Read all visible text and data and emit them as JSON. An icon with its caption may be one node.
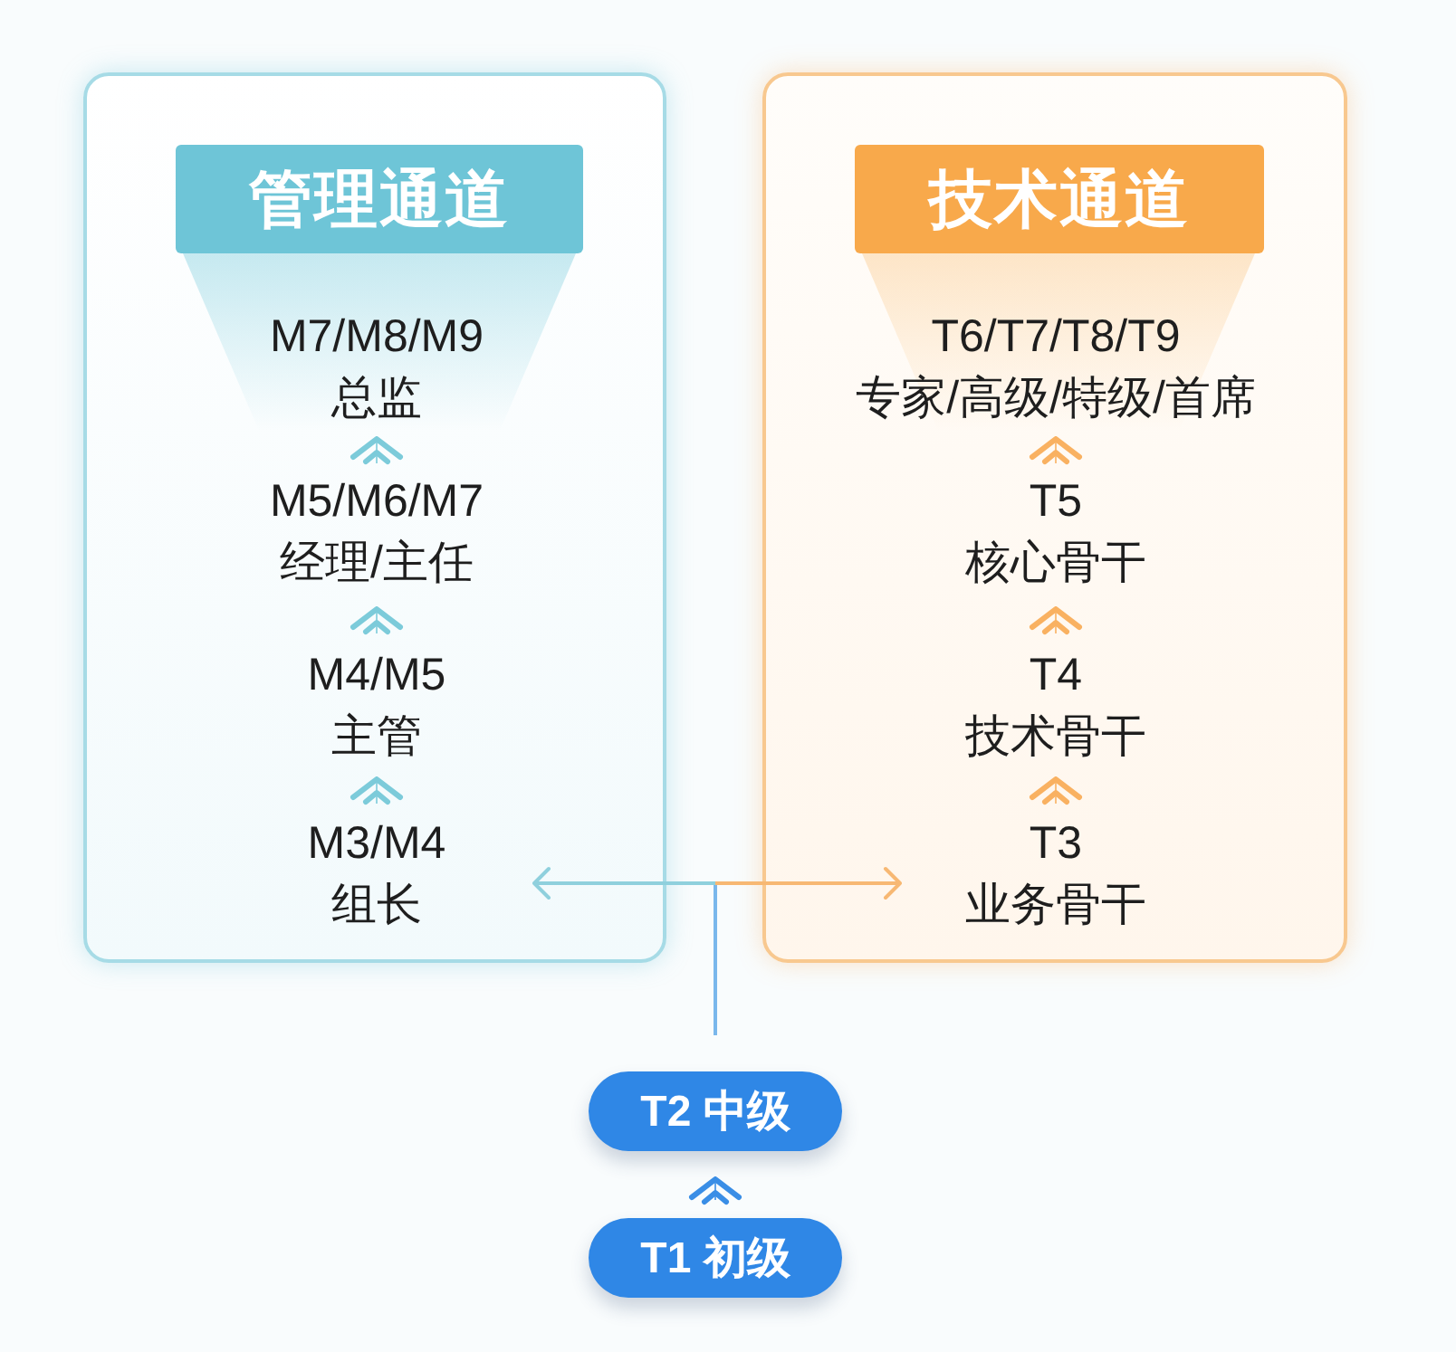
{
  "diagram": {
    "nodes": [
      {
        "text": [],
        "shape": "box"
      },
      {
        "text": [
          "管理通道"
        ],
        "in": 0
      },
      {
        "text": [
          "M7/M8/M9",
          "总监"
        ],
        "in": 0
      },
      {
        "text": [
          "M5/M6/M7",
          "经理/主任"
        ],
        "in": 0
      },
      {
        "text": [
          "M4/M5",
          "主管"
        ],
        "in": 0
      },
      {
        "text": [
          "M3/M4",
          "组长"
        ],
        "in": 0
      },
      {
        "text": [],
        "shape": "box"
      },
      {
        "text": [
          "技术通道"
        ],
        "in": 6
      },
      {
        "text": [
          "T6/T7/T8/T9",
          "专家/高级/特级/首席"
        ],
        "in": 6
      },
      {
        "text": [
          "T5",
          "核心骨干"
        ],
        "in": 6
      },
      {
        "text": [
          "T4",
          "技术骨干"
        ],
        "in": 6
      },
      {
        "text": [
          "T3",
          "业务骨干"
        ],
        "in": 6
      },
      {
        "text": [
          "T2 中级"
        ]
      },
      {
        "text": [
          "T1 初级"
        ]
      }
    ],
    "edges": [
      {
        "from": 3,
        "to": 2,
        "arrow": "to",
        "color": "#7ccbda"
      },
      {
        "from": 4,
        "to": 3,
        "arrow": "to",
        "color": "#7ccbda"
      },
      {
        "from": 5,
        "to": 4,
        "arrow": "to",
        "color": "#7ccbda"
      },
      {
        "from": 9,
        "to": 8,
        "arrow": "to",
        "color": "#f9b161"
      },
      {
        "from": 10,
        "to": 9,
        "arrow": "to",
        "color": "#f9b161"
      },
      {
        "from": 11,
        "to": 10,
        "arrow": "to",
        "color": "#f9b161"
      },
      {
        "from": 12,
        "to": 5,
        "arrow": "to",
        "color": "#8fd0dd"
      },
      {
        "from": 12,
        "to": 11,
        "arrow": "to",
        "color": "#f7b873"
      },
      {
        "from": 13,
        "to": 12,
        "arrow": "to",
        "color": "#3a8ee6"
      }
    ]
  }
}
